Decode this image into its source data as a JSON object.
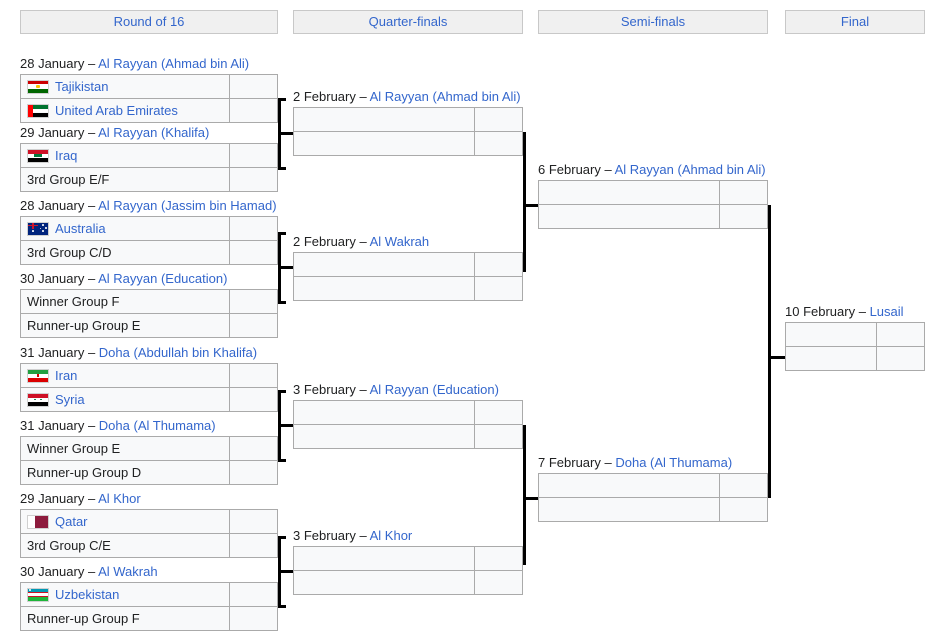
{
  "headers": [
    {
      "label": "Round of 16"
    },
    {
      "label": "Quarter-finals"
    },
    {
      "label": "Semi-finals"
    },
    {
      "label": "Final"
    }
  ],
  "dash": "–",
  "round_of_16": [
    {
      "date": "28 January",
      "venue": "Al Rayyan (Ahmad bin Ali)",
      "teams": [
        {
          "name": "Tajikistan",
          "flag": "tj",
          "link": true,
          "score": ""
        },
        {
          "name": "United Arab Emirates",
          "flag": "ae",
          "link": true,
          "score": ""
        }
      ]
    },
    {
      "date": "29 January",
      "venue": "Al Rayyan (Khalifa)",
      "teams": [
        {
          "name": "Iraq",
          "flag": "iq",
          "link": true,
          "score": ""
        },
        {
          "name": "3rd Group E/F",
          "flag": "",
          "link": false,
          "score": ""
        }
      ]
    },
    {
      "date": "28 January",
      "venue": "Al Rayyan (Jassim bin Hamad)",
      "teams": [
        {
          "name": "Australia",
          "flag": "au",
          "link": true,
          "score": ""
        },
        {
          "name": "3rd Group C/D",
          "flag": "",
          "link": false,
          "score": ""
        }
      ]
    },
    {
      "date": "30 January",
      "venue": "Al Rayyan (Education)",
      "teams": [
        {
          "name": "Winner Group F",
          "flag": "",
          "link": false,
          "score": ""
        },
        {
          "name": "Runner-up Group E",
          "flag": "",
          "link": false,
          "score": ""
        }
      ]
    },
    {
      "date": "31 January",
      "venue": "Doha (Abdullah bin Khalifa)",
      "teams": [
        {
          "name": "Iran",
          "flag": "ir",
          "link": true,
          "score": ""
        },
        {
          "name": "Syria",
          "flag": "sy",
          "link": true,
          "score": ""
        }
      ]
    },
    {
      "date": "31 January",
      "venue": "Doha (Al Thumama)",
      "teams": [
        {
          "name": "Winner Group E",
          "flag": "",
          "link": false,
          "score": ""
        },
        {
          "name": "Runner-up Group D",
          "flag": "",
          "link": false,
          "score": ""
        }
      ]
    },
    {
      "date": "29 January",
      "venue": "Al Khor",
      "teams": [
        {
          "name": "Qatar",
          "flag": "qa",
          "link": true,
          "score": ""
        },
        {
          "name": "3rd Group C/E",
          "flag": "",
          "link": false,
          "score": ""
        }
      ]
    },
    {
      "date": "30 January",
      "venue": "Al Wakrah",
      "teams": [
        {
          "name": "Uzbekistan",
          "flag": "uz",
          "link": true,
          "score": ""
        },
        {
          "name": "Runner-up Group F",
          "flag": "",
          "link": false,
          "score": ""
        }
      ]
    }
  ],
  "quarter_finals": [
    {
      "date": "2 February",
      "venue": "Al Rayyan (Ahmad bin Ali)",
      "teams": [
        {
          "name": "",
          "flag": "",
          "link": false,
          "score": ""
        },
        {
          "name": "",
          "flag": "",
          "link": false,
          "score": ""
        }
      ]
    },
    {
      "date": "2 February",
      "venue": "Al Wakrah",
      "teams": [
        {
          "name": "",
          "flag": "",
          "link": false,
          "score": ""
        },
        {
          "name": "",
          "flag": "",
          "link": false,
          "score": ""
        }
      ]
    },
    {
      "date": "3 February",
      "venue": "Al Rayyan (Education)",
      "teams": [
        {
          "name": "",
          "flag": "",
          "link": false,
          "score": ""
        },
        {
          "name": "",
          "flag": "",
          "link": false,
          "score": ""
        }
      ]
    },
    {
      "date": "3 February",
      "venue": "Al Khor",
      "teams": [
        {
          "name": "",
          "flag": "",
          "link": false,
          "score": ""
        },
        {
          "name": "",
          "flag": "",
          "link": false,
          "score": ""
        }
      ]
    }
  ],
  "semi_finals": [
    {
      "date": "6 February",
      "venue": "Al Rayyan (Ahmad bin Ali)",
      "teams": [
        {
          "name": "",
          "flag": "",
          "link": false,
          "score": ""
        },
        {
          "name": "",
          "flag": "",
          "link": false,
          "score": ""
        }
      ]
    },
    {
      "date": "7 February",
      "venue": "Doha (Al Thumama)",
      "teams": [
        {
          "name": "",
          "flag": "",
          "link": false,
          "score": ""
        },
        {
          "name": "",
          "flag": "",
          "link": false,
          "score": ""
        }
      ]
    }
  ],
  "final": [
    {
      "date": "10 February",
      "venue": "Lusail",
      "teams": [
        {
          "name": "",
          "flag": "",
          "link": false,
          "score": ""
        },
        {
          "name": "",
          "flag": "",
          "link": false,
          "score": ""
        }
      ]
    }
  ],
  "colors": {
    "link": "#3366cc",
    "text": "#202122",
    "cell_bg": "#f8f9fa",
    "cell_border": "#aaaaaa",
    "header_bg": "#f0f0f0",
    "header_border": "#c8c8c8",
    "connector": "#000000"
  }
}
